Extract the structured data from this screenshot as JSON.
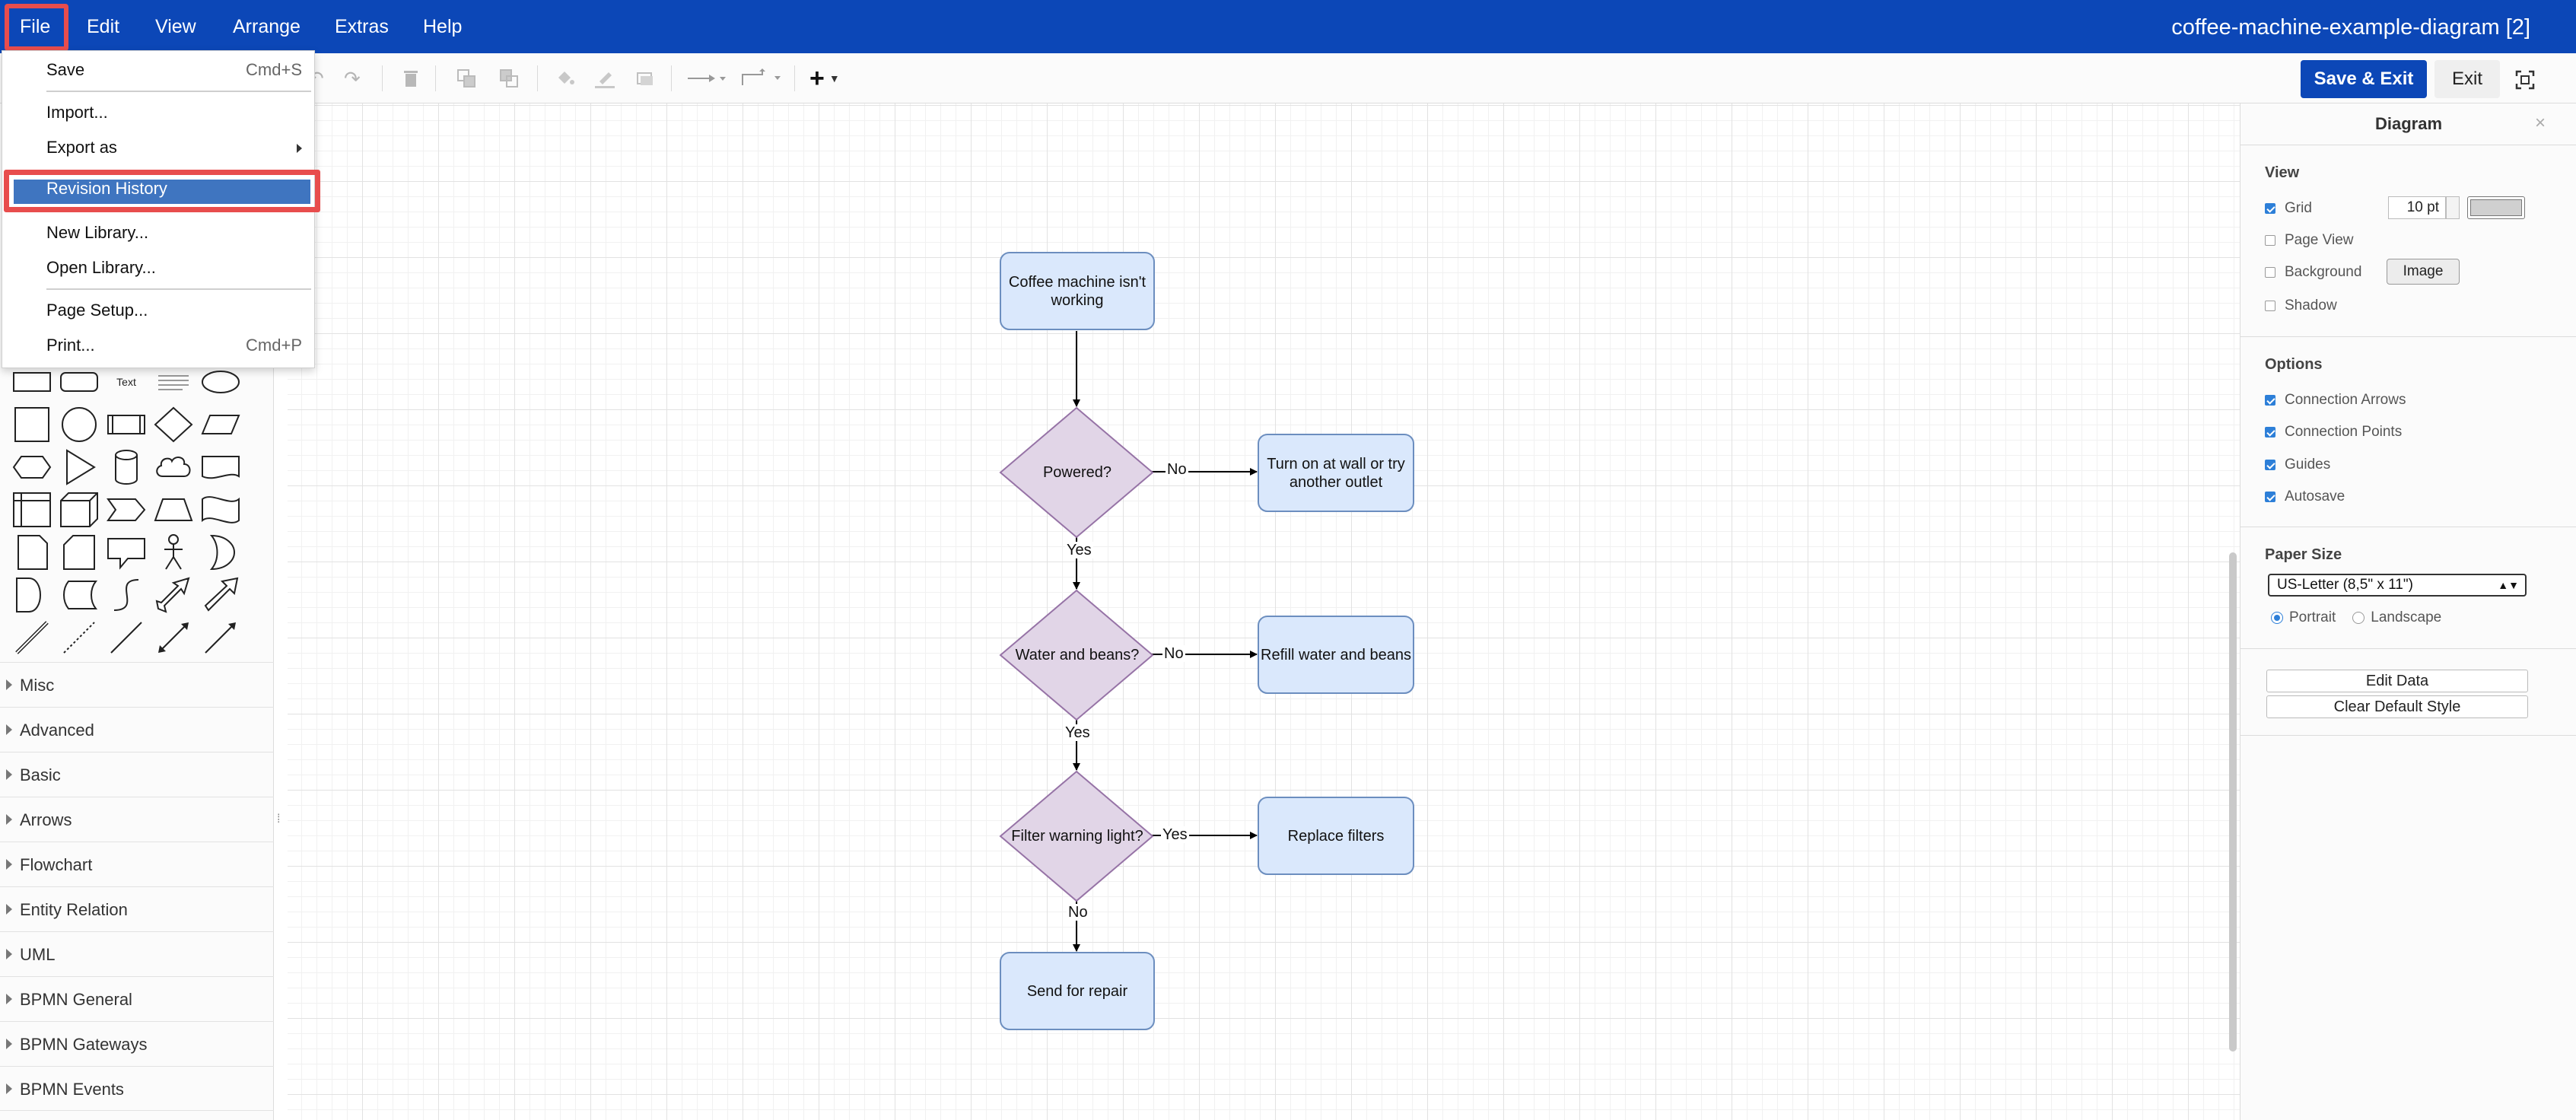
{
  "menubar": {
    "items": [
      "File",
      "Edit",
      "View",
      "Arrange",
      "Extras",
      "Help"
    ],
    "title": "coffee-machine-example-diagram [2]"
  },
  "toolbar": {
    "save_exit_label": "Save & Exit",
    "exit_label": "Exit"
  },
  "file_menu": {
    "items": [
      {
        "label": "Save",
        "shortcut": "Cmd+S"
      },
      {
        "label": "Import..."
      },
      {
        "label": "Export as"
      },
      {
        "label": "Revision History"
      },
      {
        "label": "New Library..."
      },
      {
        "label": "Open Library..."
      },
      {
        "label": "Page Setup..."
      },
      {
        "label": "Print...",
        "shortcut": "Cmd+P"
      }
    ]
  },
  "sidebar": {
    "text_shape_label": "Text",
    "sections": [
      "Misc",
      "Advanced",
      "Basic",
      "Arrows",
      "Flowchart",
      "Entity Relation",
      "UML",
      "BPMN General",
      "BPMN Gateways",
      "BPMN Events"
    ]
  },
  "diagram": {
    "nodes": {
      "start": "Coffee machine isn't working",
      "powered": "Powered?",
      "turn_on": "Turn on at wall or try another outlet",
      "water": "Water and beans?",
      "refill": "Refill water and beans",
      "filter": "Filter warning light?",
      "replace": "Replace filters",
      "repair": "Send for repair"
    },
    "edges": {
      "powered_no": "No",
      "powered_yes": "Yes",
      "water_no": "No",
      "water_yes": "Yes",
      "filter_yes": "Yes",
      "filter_no": "No"
    },
    "colors": {
      "process_fill": "#dae8fc",
      "process_stroke": "#6c8ebf",
      "decision_fill": "#e1d5e7",
      "decision_stroke": "#9673a6"
    }
  },
  "panel": {
    "title": "Diagram",
    "view_heading": "View",
    "grid_label": "Grid",
    "grid_size": "10 pt",
    "page_view_label": "Page View",
    "background_label": "Background",
    "image_button": "Image",
    "shadow_label": "Shadow",
    "options_heading": "Options",
    "connection_arrows": "Connection Arrows",
    "connection_points": "Connection Points",
    "guides": "Guides",
    "autosave": "Autosave",
    "paper_size_heading": "Paper Size",
    "paper_size_value": "US-Letter (8,5\" x 11\")",
    "portrait": "Portrait",
    "landscape": "Landscape",
    "edit_data": "Edit Data",
    "clear_default_style": "Clear Default Style"
  }
}
